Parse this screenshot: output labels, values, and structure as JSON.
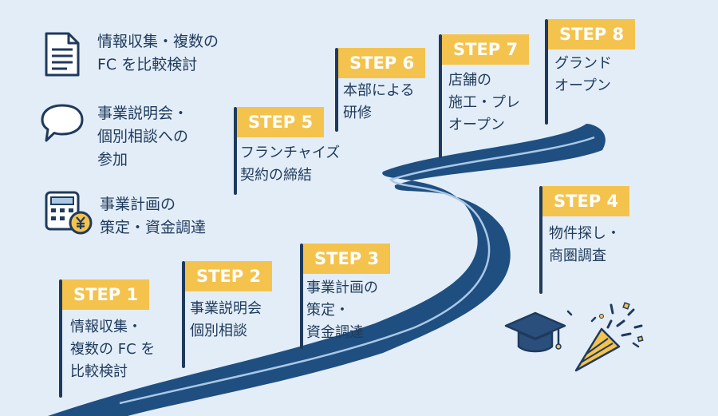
{
  "legend": [
    {
      "lines": [
        "情報収集・複数の",
        "FC を比較検討"
      ],
      "icon": "document-icon"
    },
    {
      "lines": [
        "事業説明会・",
        "個別相談への",
        "参加"
      ],
      "icon": "speech-bubble-icon"
    },
    {
      "lines": [
        "事業計画の",
        "策定・資金調達"
      ],
      "icon": "calculator-yen-icon"
    }
  ],
  "steps": [
    {
      "label": "STEP 1",
      "lines": [
        "情報収集・",
        "複数の FC を",
        "比較検討"
      ]
    },
    {
      "label": "STEP 2",
      "lines": [
        "事業説明会",
        "個別相談"
      ]
    },
    {
      "label": "STEP 3",
      "lines": [
        "事業計画の",
        "策定・",
        "資金調達"
      ]
    },
    {
      "label": "STEP 4",
      "lines": [
        "物件探し・",
        "商圏調査"
      ]
    },
    {
      "label": "STEP 5",
      "lines": [
        "フランチャイズ",
        "契約の締結"
      ]
    },
    {
      "label": "STEP 6",
      "lines": [
        "本部による",
        "研修"
      ]
    },
    {
      "label": "STEP 7",
      "lines": [
        "店舗の",
        "施工・プレ",
        "オープン"
      ]
    },
    {
      "label": "STEP 8",
      "lines": [
        "グランド",
        "オープン"
      ]
    }
  ],
  "decorations": [
    "graduation-cap-icon",
    "party-popper-icon"
  ],
  "colors": {
    "background": "#e2edf8",
    "road": "#1f4f80",
    "road_line": "#aac8e6",
    "badge": "#f4c34d",
    "text": "#1f3a5c"
  }
}
